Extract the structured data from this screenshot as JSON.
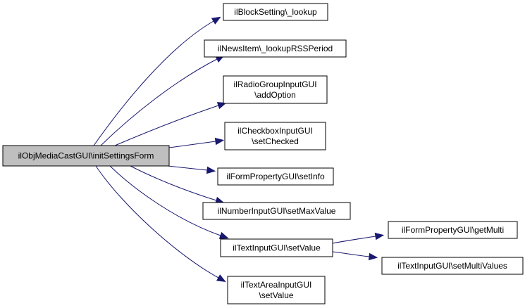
{
  "colors": {
    "root_fill": "#bfbfbf",
    "node_fill": "#ffffff",
    "node_border": "#000000",
    "edge": "#191970"
  },
  "nodes": [
    {
      "id": "root",
      "lines": [
        "ilObjMediaCastGUI\\initSettingsForm"
      ],
      "root": true
    },
    {
      "id": "blocksetting_lookup",
      "lines": [
        "ilBlockSetting\\_lookup"
      ]
    },
    {
      "id": "newsitem_lookuprss",
      "lines": [
        "ilNewsItem\\_lookupRSSPeriod"
      ]
    },
    {
      "id": "radiogroup_addoption",
      "lines": [
        "ilRadioGroupInputGUI",
        "\\addOption"
      ]
    },
    {
      "id": "checkbox_setchecked",
      "lines": [
        "ilCheckboxInputGUI",
        "\\setChecked"
      ]
    },
    {
      "id": "formproperty_setinfo",
      "lines": [
        "ilFormPropertyGUI\\setInfo"
      ]
    },
    {
      "id": "number_setmaxvalue",
      "lines": [
        "ilNumberInputGUI\\setMaxValue"
      ]
    },
    {
      "id": "textinput_setvalue",
      "lines": [
        "ilTextInputGUI\\setValue"
      ]
    },
    {
      "id": "textarea_setvalue",
      "lines": [
        "ilTextAreaInputGUI",
        "\\setValue"
      ]
    },
    {
      "id": "formproperty_getmulti",
      "lines": [
        "ilFormPropertyGUI\\getMulti"
      ]
    },
    {
      "id": "textinput_setmultivalues",
      "lines": [
        "ilTextInputGUI\\setMultiValues"
      ]
    }
  ],
  "edges": [
    {
      "from": "root",
      "to": "blocksetting_lookup"
    },
    {
      "from": "root",
      "to": "newsitem_lookuprss"
    },
    {
      "from": "root",
      "to": "radiogroup_addoption"
    },
    {
      "from": "root",
      "to": "checkbox_setchecked"
    },
    {
      "from": "root",
      "to": "formproperty_setinfo"
    },
    {
      "from": "root",
      "to": "number_setmaxvalue"
    },
    {
      "from": "root",
      "to": "textinput_setvalue"
    },
    {
      "from": "root",
      "to": "textarea_setvalue"
    },
    {
      "from": "textinput_setvalue",
      "to": "formproperty_getmulti"
    },
    {
      "from": "textinput_setvalue",
      "to": "textinput_setmultivalues"
    }
  ]
}
